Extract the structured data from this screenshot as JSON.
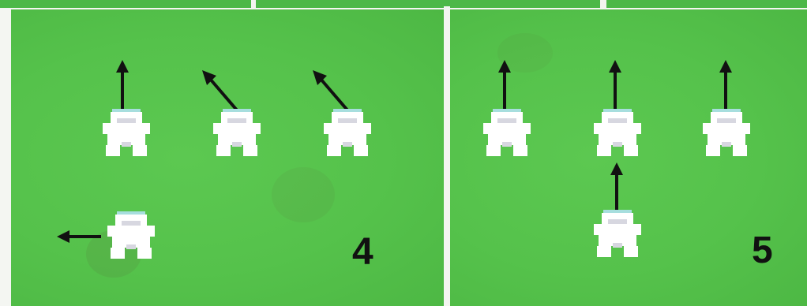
{
  "panels": [
    {
      "id": "diagram-4",
      "number": "4",
      "players": [
        {
          "name": "player-front-left",
          "arrow": "up"
        },
        {
          "name": "player-front-center",
          "arrow": "up-left"
        },
        {
          "name": "player-front-right",
          "arrow": "up-left"
        },
        {
          "name": "player-back-left",
          "arrow": "left"
        }
      ]
    },
    {
      "id": "diagram-5",
      "number": "5",
      "players": [
        {
          "name": "player-front-left",
          "arrow": "up"
        },
        {
          "name": "player-front-center",
          "arrow": "up"
        },
        {
          "name": "player-front-right",
          "arrow": "up"
        },
        {
          "name": "player-back-center",
          "arrow": "up"
        }
      ]
    }
  ],
  "colors": {
    "field": "#55c24b",
    "divider": "#f3f5f1",
    "player_body": "#ffffff",
    "player_shadow": "#d7d7e0",
    "player_cap": "#a7dede",
    "arrow": "#111111"
  }
}
